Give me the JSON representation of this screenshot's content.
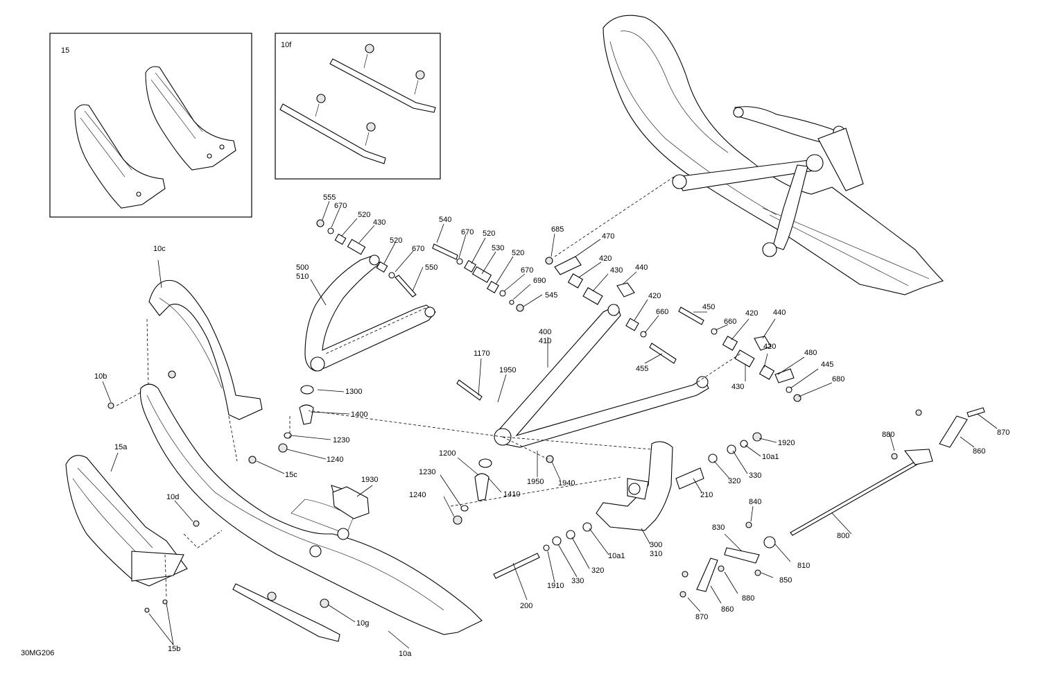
{
  "diagram_id": "30MG206",
  "inset_boxes": [
    {
      "label": "15"
    },
    {
      "label": "10f"
    }
  ],
  "callouts": [
    "555",
    "670",
    "520",
    "430",
    "520",
    "670",
    "550",
    "500",
    "510",
    "540",
    "670",
    "520",
    "530",
    "520",
    "670",
    "690",
    "545",
    "685",
    "470",
    "420",
    "430",
    "440",
    "420",
    "660",
    "455",
    "450",
    "660",
    "420",
    "440",
    "420",
    "480",
    "445",
    "680",
    "430",
    "400",
    "410",
    "1170",
    "1950",
    "1300",
    "1400",
    "1230",
    "1240",
    "1200",
    "1230",
    "1240",
    "1410",
    "1950",
    "1940",
    "1930",
    "10c",
    "10b",
    "15a",
    "15c",
    "10d",
    "15b",
    "10g",
    "10a",
    "1920",
    "10a1",
    "330",
    "320",
    "210",
    "300",
    "310",
    "10a1",
    "320",
    "330",
    "1910",
    "200",
    "880",
    "870",
    "860",
    "800",
    "840",
    "830",
    "810",
    "850",
    "880",
    "860",
    "870"
  ]
}
